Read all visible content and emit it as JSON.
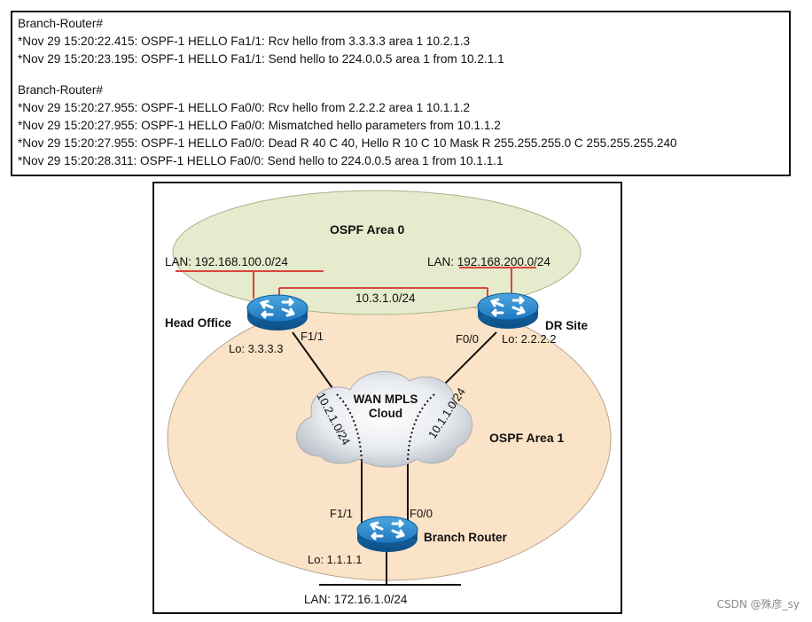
{
  "console": {
    "block1": {
      "prompt": "Branch-Router#",
      "lines": [
        "*Nov 29 15:20:22.415: OSPF-1 HELLO Fa1/1: Rcv hello from 3.3.3.3 area 1 10.2.1.3",
        "*Nov 29 15:20:23.195: OSPF-1 HELLO Fa1/1: Send hello to 224.0.0.5 area 1 from 10.2.1.1"
      ]
    },
    "block2": {
      "prompt": "Branch-Router#",
      "lines": [
        "*Nov 29 15:20:27.955: OSPF-1 HELLO Fa0/0: Rcv hello from 2.2.2.2 area 1 10.1.1.2",
        "*Nov 29 15:20:27.955: OSPF-1 HELLO Fa0/0: Mismatched hello parameters from 10.1.1.2",
        "*Nov 29 15:20:27.955: OSPF-1 HELLO Fa0/0: Dead R 40 C 40, Hello R 10 C 10 Mask R 255.255.255.0 C 255.255.255.240",
        "*Nov 29 15:20:28.311: OSPF-1 HELLO Fa0/0: Send hello to 224.0.0.5 area 1 from 10.1.1.1"
      ]
    }
  },
  "diagram": {
    "area0": {
      "label": "OSPF Area 0",
      "color": "#e6ebcd"
    },
    "area1": {
      "label": "OSPF Area 1",
      "color": "#fbe3c7"
    },
    "link_color": "#d9453a",
    "head_office": {
      "name": "Head Office",
      "lan": "LAN:  192.168.100.0/24",
      "iface": "F1/1",
      "loopback": "Lo: 3.3.3.3"
    },
    "dr_site": {
      "name": "DR Site",
      "lan": "LAN:  192.168.200.0/24",
      "iface": "F0/0",
      "loopback": "Lo: 2.2.2.2"
    },
    "core_link": "10.3.1.0/24",
    "cloud": {
      "line1": "WAN MPLS",
      "line2": "Cloud"
    },
    "link_left": "10.2.1.0/24",
    "link_right": "10.1.1.0/24",
    "branch": {
      "name": "Branch Router",
      "iface_left": "F1/1",
      "iface_right": "F0/0",
      "loopback": "Lo: 1.1.1.1",
      "lan": "LAN:   172.16.1.0/24"
    }
  },
  "watermark": "CSDN @殊彦_sy"
}
